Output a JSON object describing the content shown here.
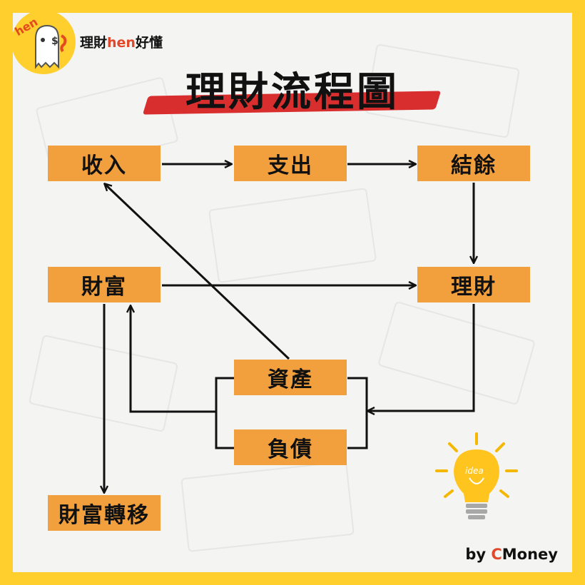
{
  "brand": {
    "logo_text": "hen",
    "name_prefix": "理財",
    "name_accent": "hen",
    "name_suffix": "好懂"
  },
  "title": "理財流程圖",
  "nodes": {
    "income": "收入",
    "expense": "支出",
    "surplus": "結餘",
    "wealth": "財富",
    "investment": "理財",
    "assets": "資產",
    "liabilities": "負債",
    "wealth_transfer": "財富轉移"
  },
  "credit": {
    "by": "by ",
    "c": "C",
    "rest": "Money"
  },
  "colors": {
    "frame": "#FFCF2E",
    "box": "#F2A03D",
    "brush": "#D92E2E",
    "accent": "#E2482A"
  }
}
